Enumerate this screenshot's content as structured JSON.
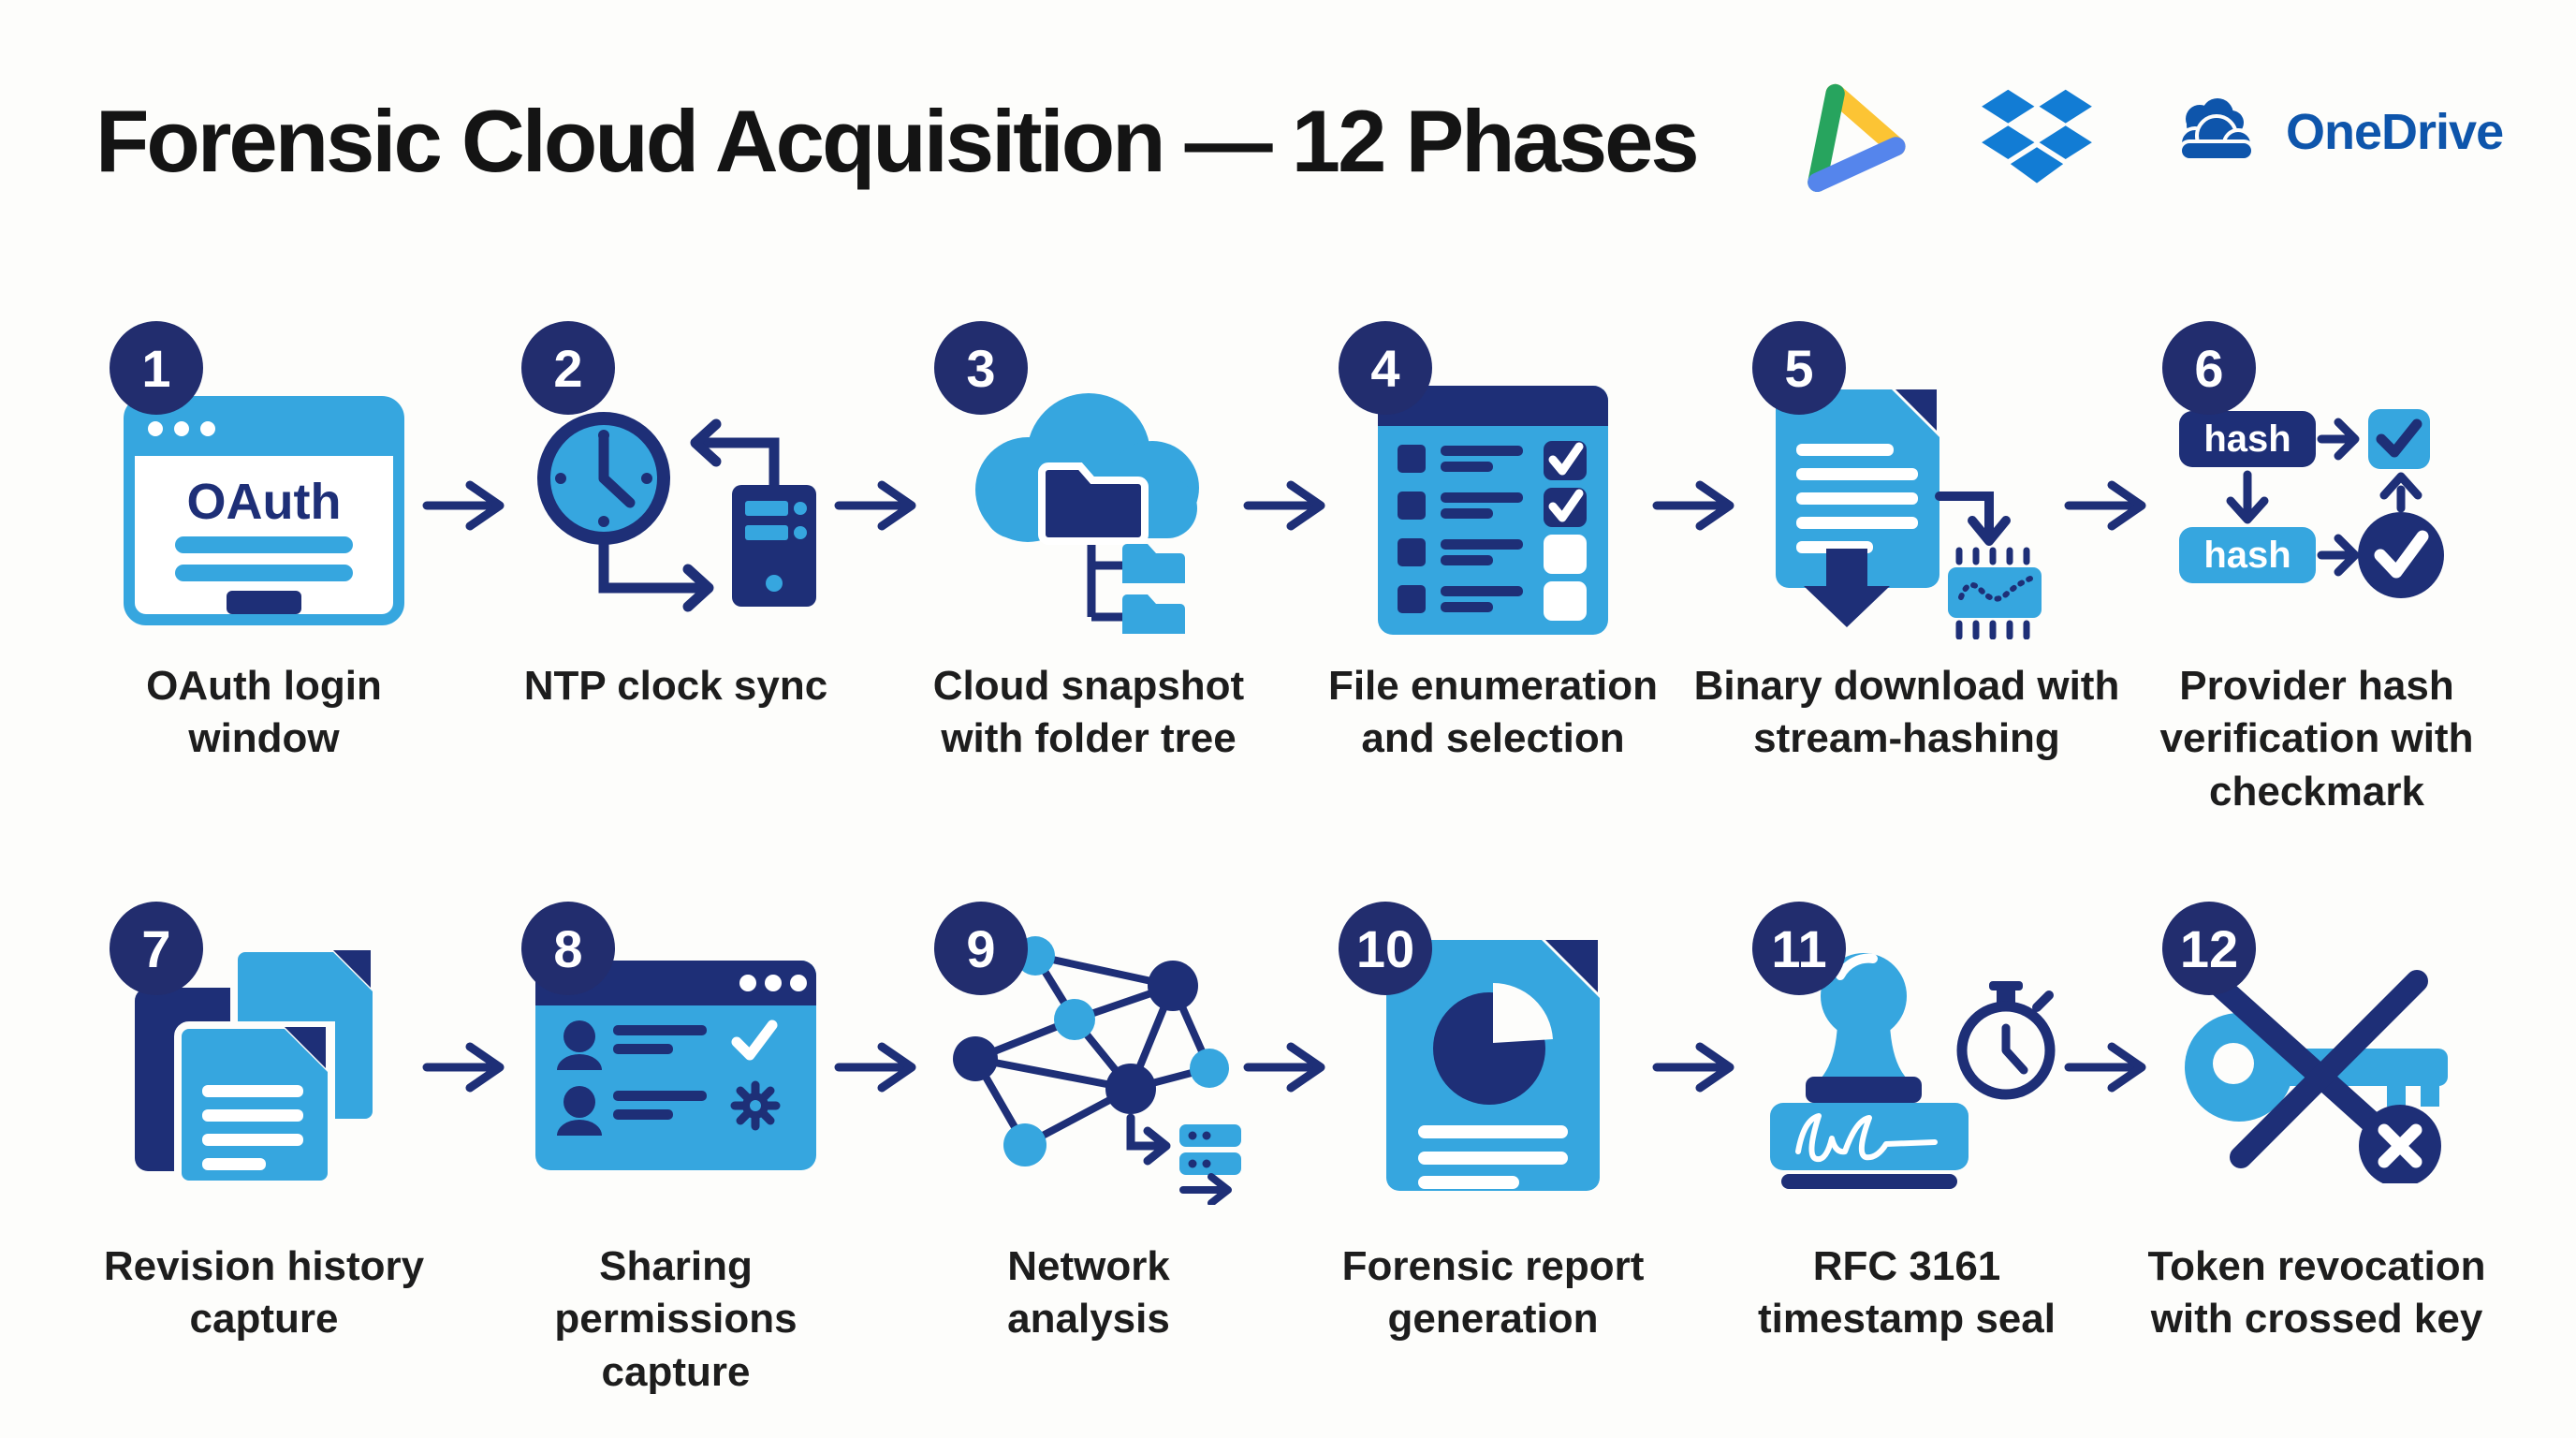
{
  "colors": {
    "c-bg": "#FDFDFB",
    "c-lb": "#36A6DF",
    "c-nv": "#1E2F77",
    "c-badge": "#222D6E",
    "c-od": "#0E55AB",
    "c-dbx": "#127CD4",
    "c-gd-g": "#27A45E",
    "c-gd-y": "#FCC434",
    "c-gd-b": "#5585EC"
  },
  "header": {
    "title": "Forensic Cloud Acquisition — 12 Phases",
    "logos": [
      {
        "name": "google-drive"
      },
      {
        "name": "dropbox"
      },
      {
        "name": "onedrive",
        "label": "OneDrive"
      }
    ]
  },
  "phases": [
    {
      "num": "1",
      "label": "OAuth login window",
      "icon": "browser-oauth-window",
      "icon_text": "OAuth"
    },
    {
      "num": "2",
      "label": "NTP clock sync",
      "icon": "clock-server-sync"
    },
    {
      "num": "3",
      "label": "Cloud snapshot with folder tree",
      "icon": "cloud-folder-tree"
    },
    {
      "num": "4",
      "label": "File enumeration and selection",
      "icon": "file-checklist"
    },
    {
      "num": "5",
      "label": "Binary download with stream-hashing",
      "icon": "document-download-chip"
    },
    {
      "num": "6",
      "label": "Provider hash verification with checkmark",
      "icon": "hash-compare-check",
      "hash_top": "hash",
      "hash_bottom": "hash"
    },
    {
      "num": "7",
      "label": "Revision history capture",
      "icon": "stacked-documents"
    },
    {
      "num": "8",
      "label": "Sharing permissions capture",
      "icon": "permissions-window"
    },
    {
      "num": "9",
      "label": "Network analysis",
      "icon": "network-graph"
    },
    {
      "num": "10",
      "label": "Forensic report generation",
      "icon": "report-piechart-document"
    },
    {
      "num": "11",
      "label": "RFC 3161 timestamp seal",
      "icon": "rubber-stamp-stopwatch"
    },
    {
      "num": "12",
      "label": "Token revocation with crossed key",
      "icon": "crossed-key"
    }
  ]
}
